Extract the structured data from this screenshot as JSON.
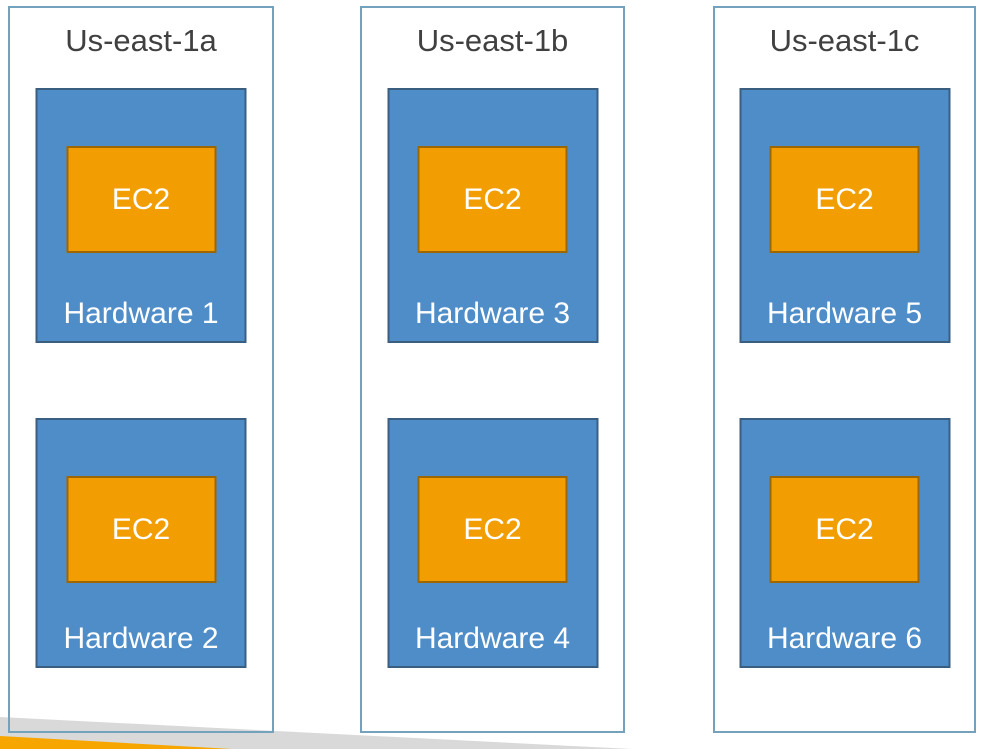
{
  "diagram": {
    "zones": [
      {
        "name": "Us-east-1a",
        "hardware": [
          {
            "label": "Hardware 1",
            "instance": "EC2"
          },
          {
            "label": "Hardware 2",
            "instance": "EC2"
          }
        ]
      },
      {
        "name": "Us-east-1b",
        "hardware": [
          {
            "label": "Hardware 3",
            "instance": "EC2"
          },
          {
            "label": "Hardware 4",
            "instance": "EC2"
          }
        ]
      },
      {
        "name": "Us-east-1c",
        "hardware": [
          {
            "label": "Hardware 5",
            "instance": "EC2"
          },
          {
            "label": "Hardware 6",
            "instance": "EC2"
          }
        ]
      }
    ],
    "colors": {
      "hardware_fill": "#4f8dc9",
      "hardware_border": "#3a5e80",
      "ec2_fill": "#f29e02",
      "ec2_border": "#9c6702",
      "zone_border": "#74a2bc",
      "zone_title_text": "#404040",
      "label_text": "#ffffff",
      "wedge_gray": "#d9d9d9",
      "wedge_orange": "#f7a600"
    }
  }
}
